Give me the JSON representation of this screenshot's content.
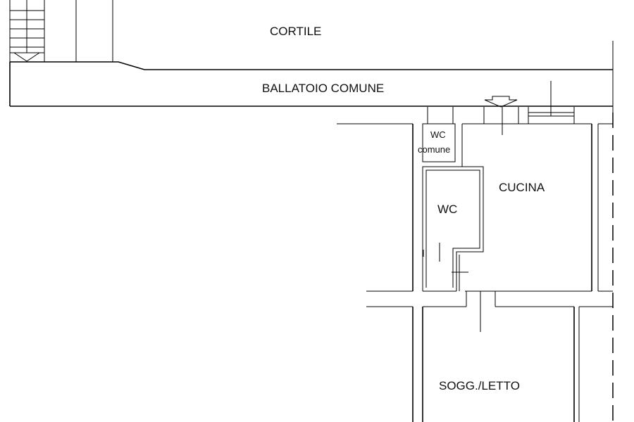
{
  "plan": {
    "rooms": {
      "cortile": "CORTILE",
      "ballatoio": "BALLATOIO COMUNE",
      "wc_comune_line1": "WC",
      "wc_comune_line2": "comune",
      "wc": "WC",
      "cucina": "CUCINA",
      "soggiorno_letto": "SOGG./LETTO"
    }
  }
}
